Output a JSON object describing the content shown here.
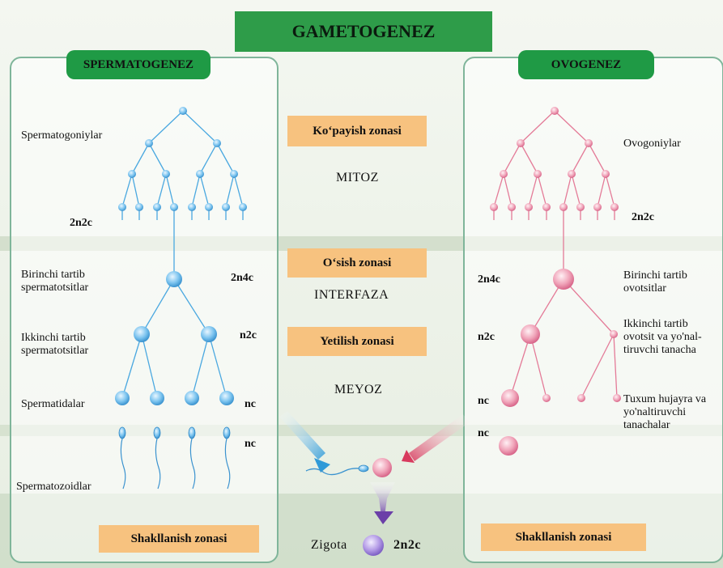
{
  "title": "GAMETOGENEZ",
  "left": {
    "header": "SPERMATOGENEZ",
    "labels": {
      "spermatogonia": "Spermatogoniylar",
      "primary_1": "Birinchi tartib",
      "primary_2": "spermatotsitlar",
      "secondary_1": "Ikkinchi tartib",
      "secondary_2": "spermatotsitlar",
      "spermatids": "Spermatidalar",
      "spermatozoa": "Spermatozoidlar"
    },
    "ploidy": {
      "gonia": "2n2c",
      "primary": "2n4c",
      "secondary": "n2c",
      "spermatids": "nc",
      "sperm": "nc"
    },
    "zone_bottom": "Shakllanish zonasi"
  },
  "center": {
    "zones": {
      "multiplication": "Ko‘payish zonasi",
      "growth": "O‘sish zonasi",
      "maturation": "Yetilish zonasi"
    },
    "processes": {
      "mitosis": "MITOZ",
      "interphase": "INTERFAZA",
      "meiosis": "MEYOZ"
    },
    "zygote_label": "Zigota",
    "zygote_ploidy": "2n2c"
  },
  "right": {
    "header": "OVOGENEZ",
    "labels": {
      "oogonia": "Ovogoniylar",
      "primary_1": "Birinchi tartib",
      "primary_2": "ovotsitlar",
      "secondary_1": "Ikkinchi tartib",
      "secondary_2": "ovotsit va yo'nal-",
      "secondary_3": "tiruvchi tanacha",
      "egg_1": "Tuxum hujayra va",
      "egg_2": "yo'naltiruvchi",
      "egg_3": "tanachalar"
    },
    "ploidy": {
      "gonia": "2n2c",
      "primary": "2n4c",
      "secondary": "n2c",
      "egg": "nc",
      "egg2": "nc"
    },
    "zone_bottom": "Shakllanish zonasi"
  },
  "colors": {
    "sperm_cell": "#4aa8e0",
    "egg_cell": "#e47b98",
    "zygote": "#9b7fd1",
    "header_green": "#1f9a45",
    "zone_orange": "#f7c27f"
  }
}
